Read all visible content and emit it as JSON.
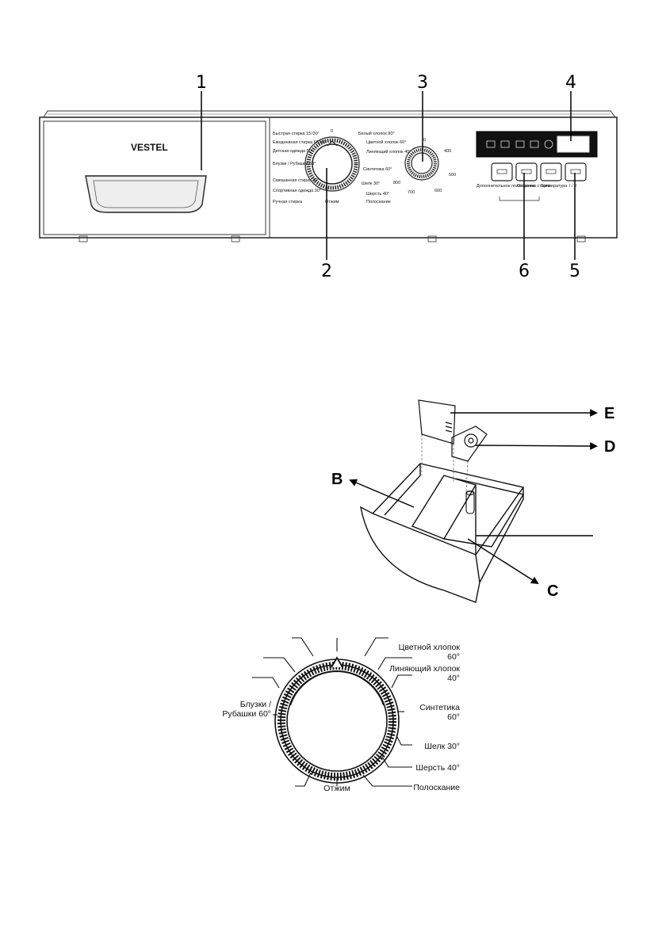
{
  "control_panel": {
    "brand": "VESTEL",
    "callouts": [
      "1",
      "2",
      "3",
      "4",
      "5",
      "6"
    ],
    "program_labels_left": [
      "Быстрая стирка 15'/30'",
      "Ежедневная стирка 60'/40'",
      "Детская одежда 50°",
      "Блузки / Рубашки 60°",
      "Смешанная стирка 30°",
      "Спортивная одежда 30°",
      "Ручная стирка"
    ],
    "program_labels_right": [
      "Белый хлопок 90°",
      "Цветной хлопок 60°",
      "Линяющий хлопок 40°",
      "Синтетика 60°",
      "Шелк 30°",
      "Шерсть 40°",
      "Полоскание"
    ],
    "program_top_mark": "0",
    "program_bottom": "Отжим",
    "spin_values": [
      "0",
      "400",
      "500",
      "600",
      "700",
      "800"
    ],
    "buttons": [
      "Дополнительное полоскание",
      "Отсрочка старта",
      "Температура",
      "I / II"
    ]
  },
  "drawer": {
    "labels": [
      "E",
      "D",
      "B",
      "C"
    ]
  },
  "dial_detail": {
    "right_labels": [
      "Цветной хлопок 60°",
      "Линяющий хлопок 40°",
      "Синтетика 60°",
      "Шелк 30°",
      "Шерсть 40°",
      "Полоскание"
    ],
    "left_label": "Блузки / Рубашки 60°",
    "bottom_label": "Отжим"
  }
}
